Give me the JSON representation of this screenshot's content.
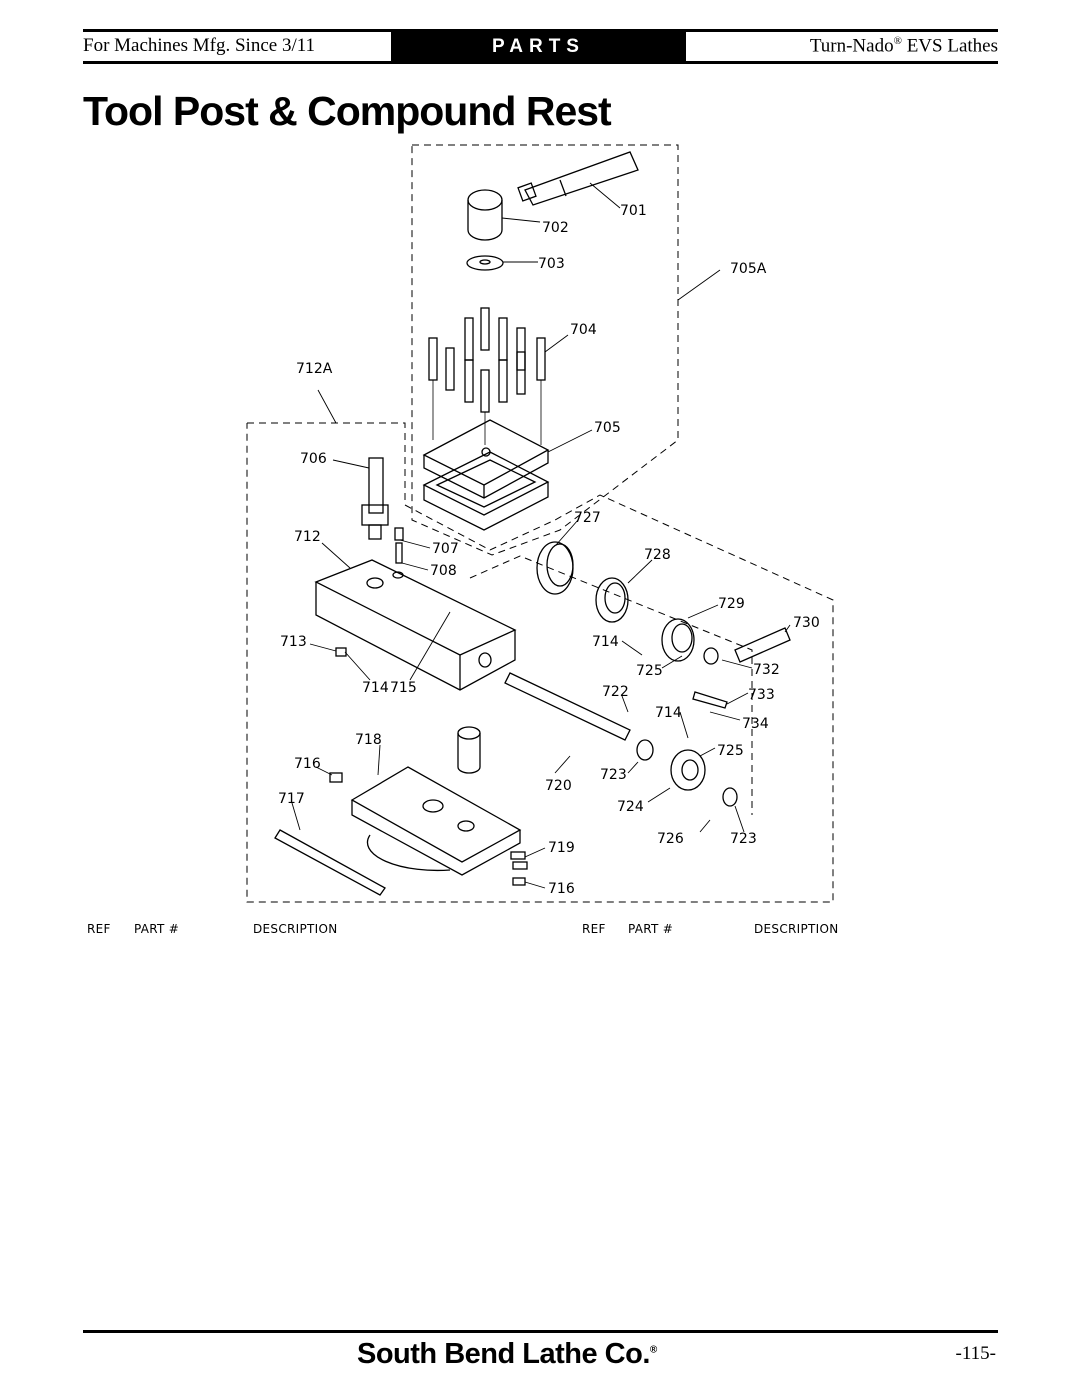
{
  "header": {
    "left": "For Machines Mfg. Since 3/11",
    "tab": "PARTS",
    "right_brand": "Turn-Nado",
    "right_reg": "®",
    "right_rest": " EVS Lathes"
  },
  "title": "Tool Post & Compound Rest",
  "callouts": [
    "701",
    "702",
    "703",
    "705A",
    "704",
    "712A",
    "705",
    "706",
    "727",
    "712",
    "707",
    "728",
    "708",
    "729",
    "730",
    "713",
    "714",
    "725",
    "732",
    "714",
    "715",
    "722",
    "733",
    "714",
    "734",
    "718",
    "725",
    "716",
    "723",
    "720",
    "717",
    "724",
    "726",
    "723",
    "719",
    "716"
  ],
  "table_headers": {
    "left": {
      "ref": "REF",
      "part": "PART #",
      "desc": "DESCRIPTION"
    },
    "right": {
      "ref": "REF",
      "part": "PART #",
      "desc": "DESCRIPTION"
    }
  },
  "footer": {
    "brand": "South Bend Lathe Co.",
    "brand_mark": "®",
    "page": "-115-"
  }
}
